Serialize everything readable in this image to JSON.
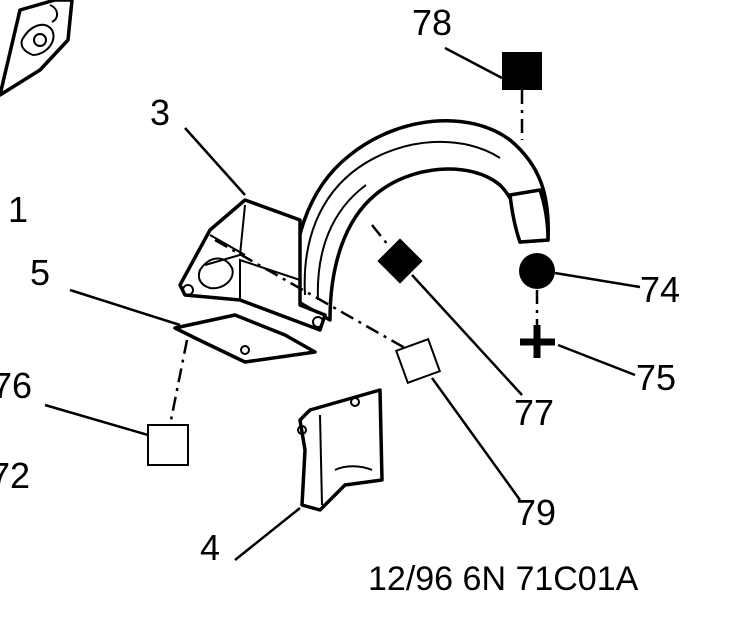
{
  "callouts": {
    "c78": "78",
    "c3": "3",
    "c1": "1",
    "c5": "5",
    "c74": "74",
    "c75": "75",
    "c76": "76",
    "c77": "77",
    "c72": "72",
    "c79": "79",
    "c4": "4"
  },
  "drawing_code": "12/96 6N 71C01A",
  "colors": {
    "ink": "#000000",
    "paper": "#ffffff"
  }
}
